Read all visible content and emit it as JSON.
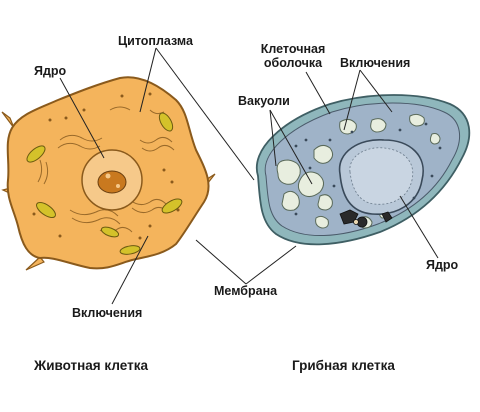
{
  "labels": {
    "animal_nucleus": "Ядро",
    "cytoplasm": "Цитоплазма",
    "cell_wall_line1": "Клеточная",
    "cell_wall_line2": "оболочка",
    "inclusions_fungal": "Включения",
    "vacuoles": "Вакуоли",
    "fungal_nucleus": "Ядро",
    "membrane": "Мембрана",
    "inclusions_animal": "Включения"
  },
  "captions": {
    "animal_cell": "Животная клетка",
    "fungal_cell": "Грибная клетка"
  },
  "colors": {
    "animal_cytoplasm": "#f4b45c",
    "animal_outline": "#8a5a1c",
    "nucleus_fill": "#f6c98a",
    "nucleolus_fill": "#c9791f",
    "fungal_wall": "#8fb7bc",
    "fungal_cytoplasm": "#9fb3c8",
    "vacuole_fill": "#e8eedf",
    "mito_fill": "#d4c22a",
    "leader_line": "#222222"
  }
}
